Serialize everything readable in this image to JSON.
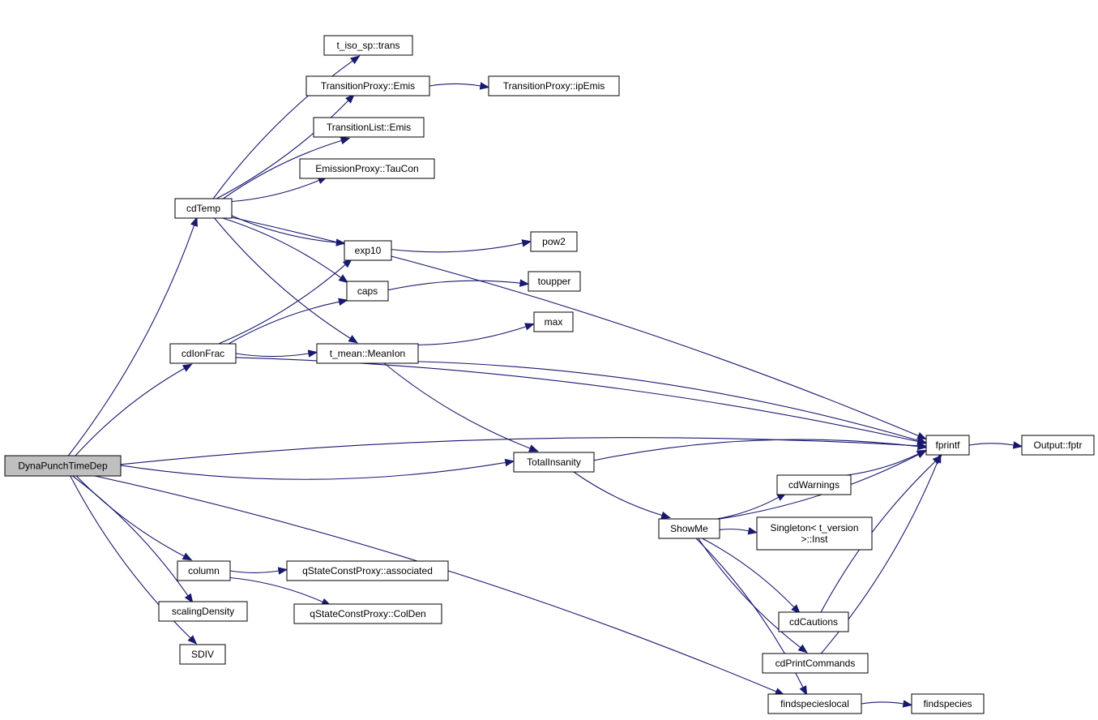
{
  "colors": {
    "edge": "#191970",
    "root_fill": "#bfbfbf",
    "node_fill": "#ffffff",
    "node_border": "#000000"
  },
  "nodes": [
    {
      "id": "dyna",
      "label": "DynaPunchTimeDep",
      "root": true
    },
    {
      "id": "cdtemp",
      "label": "cdTemp"
    },
    {
      "id": "cdionfrac",
      "label": "cdIonFrac"
    },
    {
      "id": "column",
      "label": "column"
    },
    {
      "id": "scalingdensity",
      "label": "scalingDensity"
    },
    {
      "id": "sdiv",
      "label": "SDIV"
    },
    {
      "id": "trans",
      "label": "t_iso_sp::trans"
    },
    {
      "id": "tpemis",
      "label": "TransitionProxy::Emis"
    },
    {
      "id": "tpipemis",
      "label": "TransitionProxy::ipEmis"
    },
    {
      "id": "tlemis",
      "label": "TransitionList::Emis"
    },
    {
      "id": "eptaucon",
      "label": "EmissionProxy::TauCon"
    },
    {
      "id": "exp10",
      "label": "exp10"
    },
    {
      "id": "pow2",
      "label": "pow2"
    },
    {
      "id": "caps",
      "label": "caps"
    },
    {
      "id": "toupper",
      "label": "toupper"
    },
    {
      "id": "max",
      "label": "max"
    },
    {
      "id": "meanion",
      "label": "t_mean::MeanIon"
    },
    {
      "id": "totalinsanity",
      "label": "TotalInsanity"
    },
    {
      "id": "fprintf",
      "label": "fprintf"
    },
    {
      "id": "fptr",
      "label": "Output::fptr"
    },
    {
      "id": "cdwarnings",
      "label": "cdWarnings"
    },
    {
      "id": "singleton",
      "label": "Singleton< t_version\n>::Inst"
    },
    {
      "id": "showme",
      "label": "ShowMe"
    },
    {
      "id": "cdcautions",
      "label": "cdCautions"
    },
    {
      "id": "cdprintcommands",
      "label": "cdPrintCommands"
    },
    {
      "id": "findspecieslocal",
      "label": "findspecieslocal"
    },
    {
      "id": "findspecies",
      "label": "findspecies"
    },
    {
      "id": "associated",
      "label": "qStateConstProxy::associated"
    },
    {
      "id": "colden",
      "label": "qStateConstProxy::ColDen"
    }
  ],
  "edges": [
    [
      "dyna",
      "fprintf"
    ],
    [
      "dyna",
      "cdtemp"
    ],
    [
      "dyna",
      "cdionfrac"
    ],
    [
      "dyna",
      "totalinsanity"
    ],
    [
      "dyna",
      "findspecieslocal"
    ],
    [
      "dyna",
      "column"
    ],
    [
      "dyna",
      "scalingdensity"
    ],
    [
      "dyna",
      "sdiv"
    ],
    [
      "cdtemp",
      "trans"
    ],
    [
      "cdtemp",
      "tpemis"
    ],
    [
      "cdtemp",
      "tlemis"
    ],
    [
      "cdtemp",
      "eptaucon"
    ],
    [
      "cdtemp",
      "fprintf"
    ],
    [
      "cdtemp",
      "exp10"
    ],
    [
      "cdtemp",
      "caps"
    ],
    [
      "cdtemp",
      "meanion"
    ],
    [
      "tpemis",
      "tpipemis"
    ],
    [
      "exp10",
      "pow2"
    ],
    [
      "caps",
      "toupper"
    ],
    [
      "cdionfrac",
      "exp10"
    ],
    [
      "cdionfrac",
      "caps"
    ],
    [
      "cdionfrac",
      "meanion"
    ],
    [
      "cdionfrac",
      "fprintf"
    ],
    [
      "meanion",
      "max"
    ],
    [
      "meanion",
      "fprintf"
    ],
    [
      "meanion",
      "totalinsanity"
    ],
    [
      "totalinsanity",
      "fprintf"
    ],
    [
      "totalinsanity",
      "showme"
    ],
    [
      "fprintf",
      "fptr"
    ],
    [
      "showme",
      "cdwarnings"
    ],
    [
      "showme",
      "singleton"
    ],
    [
      "showme",
      "fprintf"
    ],
    [
      "showme",
      "cdcautions"
    ],
    [
      "showme",
      "cdprintcommands"
    ],
    [
      "showme",
      "findspecieslocal"
    ],
    [
      "cdwarnings",
      "fprintf"
    ],
    [
      "cdcautions",
      "fprintf"
    ],
    [
      "cdprintcommands",
      "fprintf"
    ],
    [
      "findspecieslocal",
      "findspecies"
    ],
    [
      "column",
      "associated"
    ],
    [
      "column",
      "colden"
    ]
  ]
}
